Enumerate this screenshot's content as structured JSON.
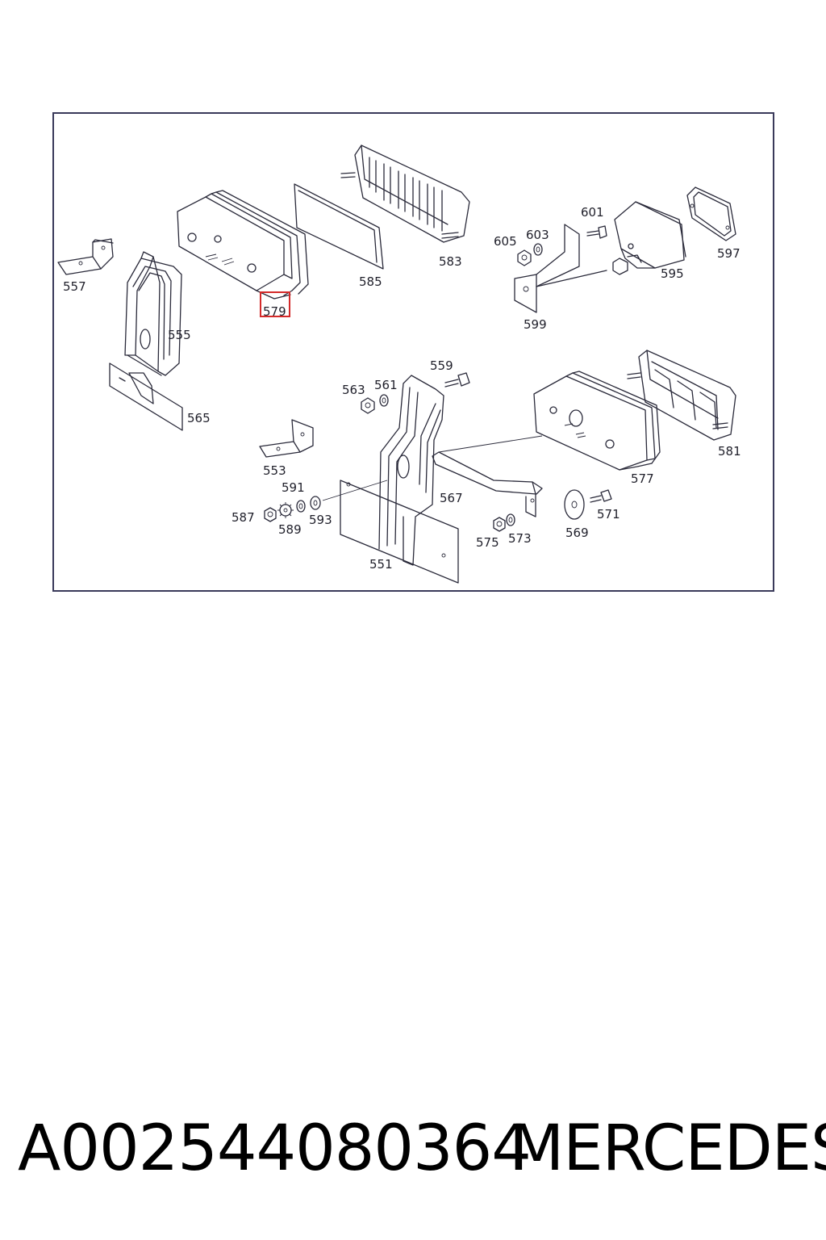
{
  "diagram": {
    "highlighted_part": "579",
    "highlight_color": "#d42a2a",
    "line_color": "#2a2a3a",
    "parts": {
      "p551": "551",
      "p553": "553",
      "p555": "555",
      "p557": "557",
      "p559": "559",
      "p561": "561",
      "p563": "563",
      "p565": "565",
      "p567": "567",
      "p569": "569",
      "p571": "571",
      "p573": "573",
      "p575": "575",
      "p577": "577",
      "p579": "579",
      "p581": "581",
      "p583": "583",
      "p585": "585",
      "p587": "587",
      "p589": "589",
      "p591": "591",
      "p593": "593",
      "p595": "595",
      "p597": "597",
      "p599": "599",
      "p601": "601",
      "p603": "603",
      "p605": "605"
    }
  },
  "caption": {
    "part_number": "A002544080364",
    "brand": "MERCEDES"
  }
}
